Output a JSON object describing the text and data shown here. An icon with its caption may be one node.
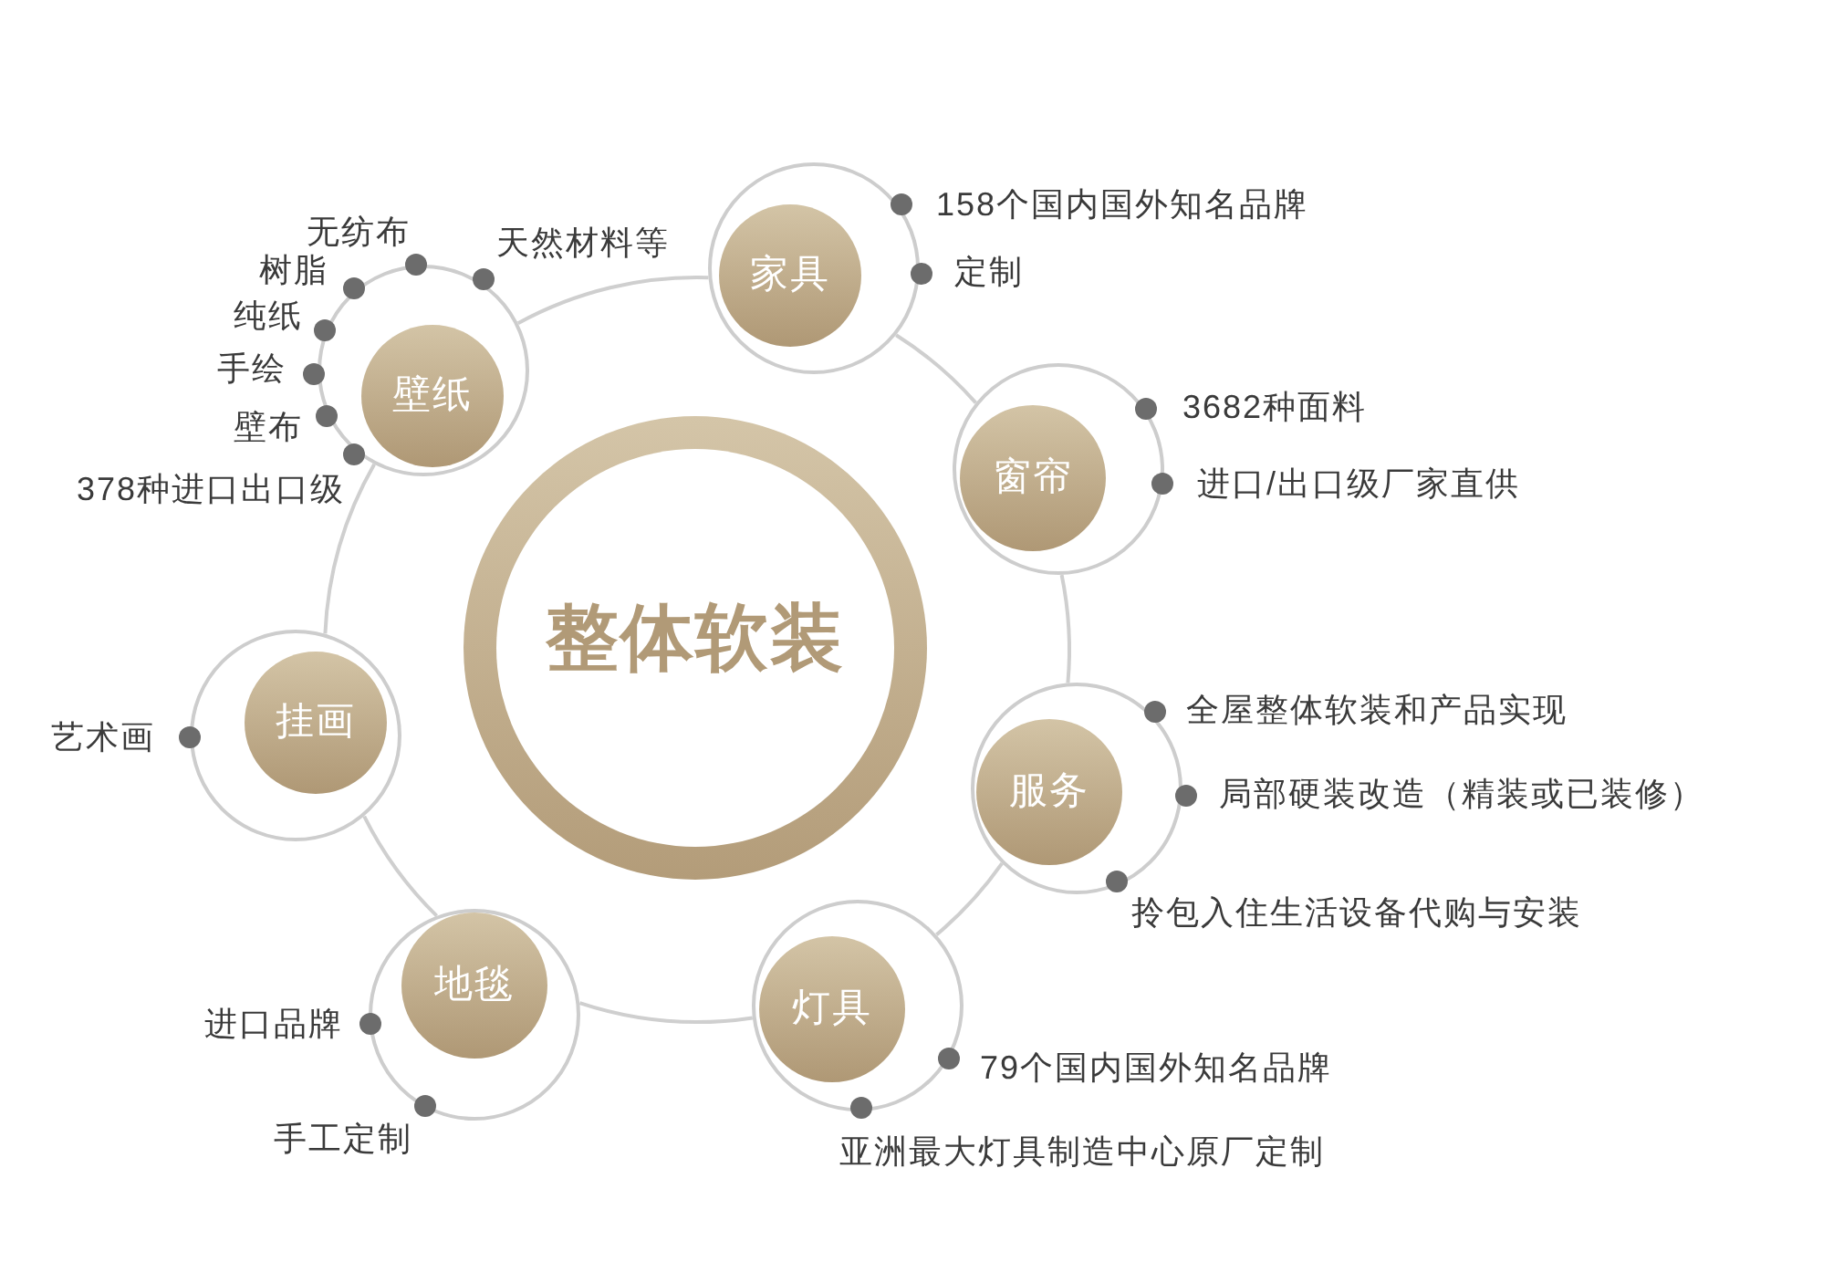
{
  "diagram": {
    "nodes": [
      {
        "text": [
          "整体软装"
        ]
      },
      {
        "text": [
          "家具"
        ],
        "beside": [
          "158个国内国外知名品牌",
          "定制"
        ]
      },
      {
        "text": [
          "窗帘"
        ],
        "beside": [
          "3682种面料",
          "进口/出口级厂家直供"
        ]
      },
      {
        "text": [
          "服务"
        ],
        "beside": [
          "全屋整体软装和产品实现",
          "局部硬装改造（精装或已装修）",
          "拎包入住生活设备代购与安装"
        ]
      },
      {
        "text": [
          "灯具"
        ],
        "beside": [
          "79个国内国外知名品牌",
          "亚洲最大灯具制造中心原厂定制"
        ]
      },
      {
        "text": [
          "地毯"
        ],
        "beside": [
          "进口品牌",
          "手工定制"
        ]
      },
      {
        "text": [
          "挂画"
        ],
        "beside": [
          "艺术画"
        ]
      },
      {
        "text": [
          "壁纸"
        ],
        "beside": [
          "无纺布",
          "天然材料等",
          "树脂",
          "纯纸",
          "手绘",
          "壁布",
          "378种进口出口级"
        ]
      }
    ],
    "edges": [
      {
        "from": 1,
        "to": 2,
        "arrow": "none"
      },
      {
        "from": 2,
        "to": 3,
        "arrow": "none"
      },
      {
        "from": 3,
        "to": 4,
        "arrow": "none"
      },
      {
        "from": 4,
        "to": 5,
        "arrow": "none"
      },
      {
        "from": 5,
        "to": 6,
        "arrow": "none"
      },
      {
        "from": 6,
        "to": 7,
        "arrow": "none"
      },
      {
        "from": 7,
        "to": 1,
        "arrow": "none"
      }
    ]
  }
}
